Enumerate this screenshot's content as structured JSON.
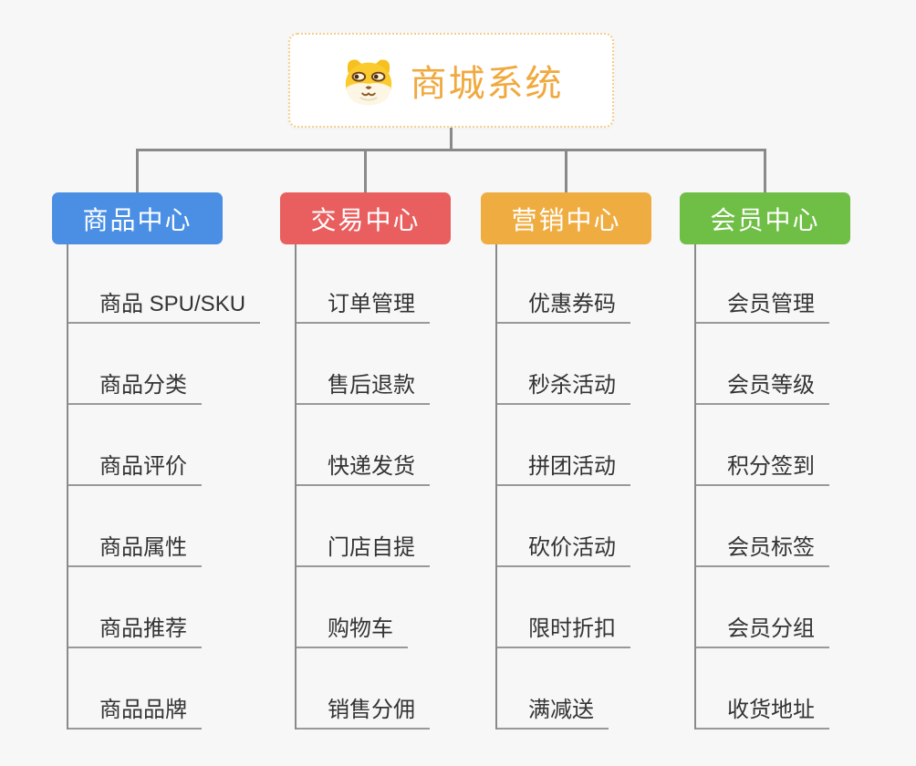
{
  "root": {
    "title": "商城系统",
    "icon": "dog-icon"
  },
  "branches": [
    {
      "label": "商品中心",
      "color": "#4a8fe4",
      "items": [
        "商品 SPU/SKU",
        "商品分类",
        "商品评价",
        "商品属性",
        "商品推荐",
        "商品品牌"
      ]
    },
    {
      "label": "交易中心",
      "color": "#e95f5f",
      "items": [
        "订单管理",
        "售后退款",
        "快递发货",
        "门店自提",
        "购物车",
        "销售分佣"
      ]
    },
    {
      "label": "营销中心",
      "color": "#efad41",
      "items": [
        "优惠券码",
        "秒杀活动",
        "拼团活动",
        "砍价活动",
        "限时折扣",
        "满减送"
      ]
    },
    {
      "label": "会员中心",
      "color": "#6fbe45",
      "items": [
        "会员管理",
        "会员等级",
        "积分签到",
        "会员标签",
        "会员分组",
        "收货地址"
      ]
    }
  ],
  "palette": {
    "background": "#f7f7f7",
    "connector": "#8a8a8a",
    "underline": "#999999",
    "item_text": "#333333",
    "root_border": "#f5cd8e",
    "root_title_color": "#f0a93e"
  }
}
